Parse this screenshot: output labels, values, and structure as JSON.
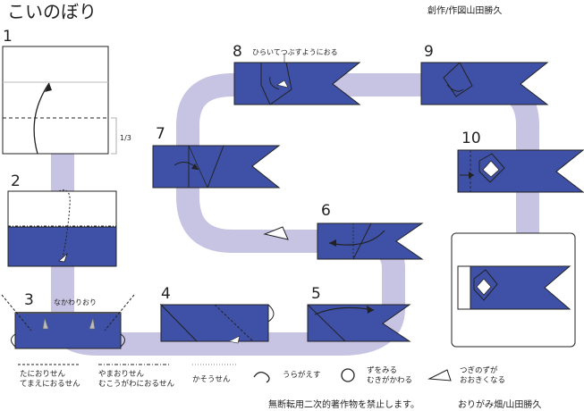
{
  "title": "こいのぼり",
  "credit_top": "創作/作図山田勝久",
  "steps": [
    "1",
    "2",
    "3",
    "4",
    "5",
    "6",
    "7",
    "8",
    "9",
    "10"
  ],
  "notes": {
    "step1_fraction": "1/3",
    "step3_label": "なかわりおり",
    "step8_label": "ひらいてつぶすようにおる"
  },
  "legend": {
    "valley": "たにおりせん\nてまえにおるせん",
    "mountain": "やまおりせん\nむこうがわにおるせん",
    "crease": "かそうせん",
    "turn_over": "うらがえす",
    "zoom": "ずをみる\nむきがかわる",
    "scale": "つぎのずが\nおおきくなる"
  },
  "footer": {
    "notice": "無断転用二次的著作物を禁止します。",
    "credit": "おりがみ畑/山田勝久"
  },
  "colors": {
    "paper_blue": "#3f51a6",
    "path_lavender": "#c7c3e3",
    "line": "#222222"
  }
}
